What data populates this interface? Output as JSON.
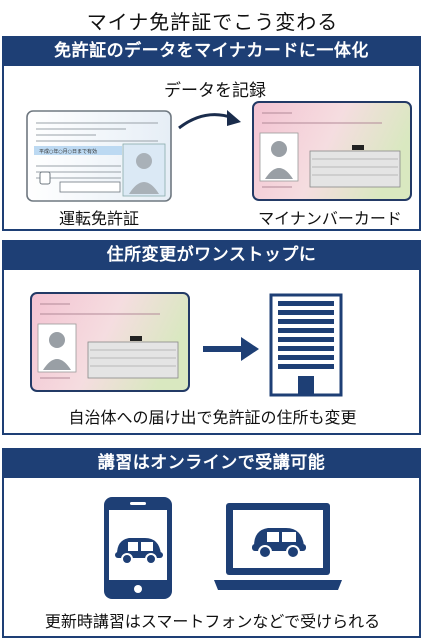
{
  "page_title": "マイナ免許証でこう変わる",
  "sections": [
    {
      "heading": "免許証のデータをマイナカードに一体化",
      "arrow_label": "データを記録",
      "left_caption": "運転免許証",
      "right_caption": "マイナンバーカード",
      "license_card_text": "平成○年○月○日まで有効"
    },
    {
      "heading": "住所変更がワンストップに",
      "caption": "自治体への届け出で免許証の住所も変更"
    },
    {
      "heading": "講習はオンラインで受講可能",
      "caption": "更新時講習はスマートフォンなどで受けられる"
    }
  ],
  "icons": [
    "arrow-icon",
    "building-icon",
    "smartphone-icon",
    "laptop-icon",
    "car-icon",
    "person-silhouette-icon"
  ],
  "colors": {
    "banner": "#1e3f75",
    "license_stripe": "#bcd9f2",
    "mynumber_pink": "#f4c3d2",
    "mynumber_green": "#d9e8c0"
  }
}
